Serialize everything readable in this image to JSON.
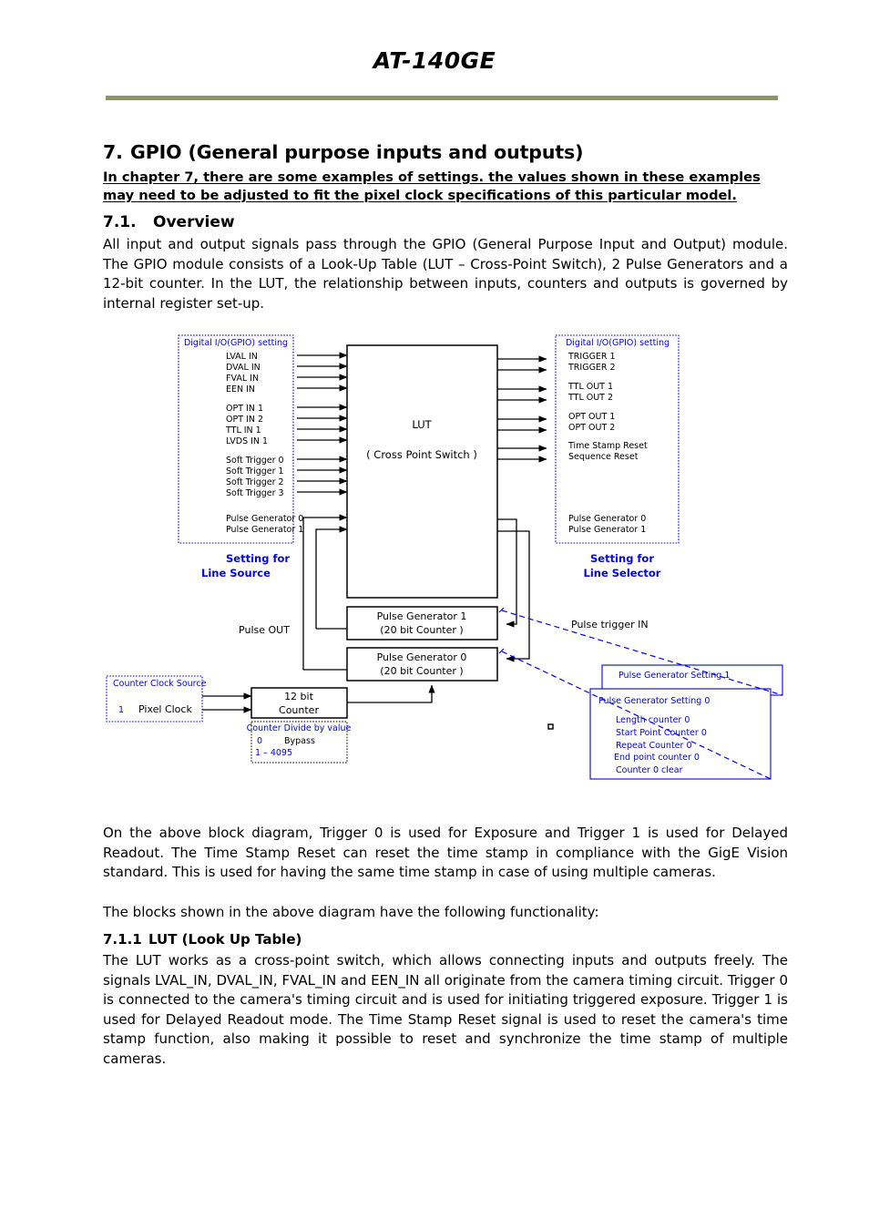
{
  "header": {
    "title": "AT-140GE",
    "rule_color": "#8c9368"
  },
  "section": {
    "number": "7.",
    "title": "GPIO (General purpose inputs and outputs)",
    "chapter_note": "In chapter 7, there are some examples of settings. the values shown in these examples may need to be adjusted to fit the pixel clock specifications of this particular model."
  },
  "overview": {
    "number": "7.1.",
    "title": "Overview",
    "paragraph": "All input and output signals pass through the GPIO (General Purpose Input and Output) module. The GPIO module consists of a Look-Up Table (LUT – Cross-Point Switch), 2 Pulse Generators and a 12-bit counter. In the LUT, the relationship between inputs, counters and outputs is governed by internal register set-up."
  },
  "after_diagram": {
    "paragraph1": "On the above block diagram, Trigger 0 is used for Exposure and Trigger 1 is used for Delayed Readout.  The Time Stamp Reset can reset the time stamp in compliance with the GigE Vision standard. This is used for having the same time stamp in case of using multiple cameras.",
    "paragraph2": "The blocks shown in the above diagram have the following functionality:"
  },
  "lut_section": {
    "number": "7.1.1",
    "title": "LUT (Look Up Table)",
    "paragraph": "The LUT works as a cross-point switch, which allows connecting inputs and outputs freely. The signals LVAL_IN, DVAL_IN, FVAL_IN and EEN_IN all originate from the camera timing circuit. Trigger 0 is connected to the camera's timing circuit and is used for initiating triggered exposure. Trigger 1 is used for Delayed Readout mode.  The Time Stamp Reset signal is used to reset the camera's time stamp function, also making it possible to reset and synchronize the time stamp of multiple cameras."
  },
  "diagram": {
    "colors": {
      "blue": "#0000ff",
      "black": "#000000"
    },
    "input_box": {
      "heading": "Digital I/O(GPIO) setting",
      "signals": [
        "LVAL IN",
        "DVAL IN",
        "FVAL IN",
        "EEN IN",
        "OPT IN 1",
        "OPT IN 2",
        "TTL IN 1",
        "LVDS IN 1",
        "Soft Trigger 0",
        "Soft Trigger 1",
        "Soft Trigger 2",
        "Soft Trigger 3",
        "Pulse Generator 0",
        "Pulse Generator 1"
      ],
      "caption_line1": "Setting for",
      "caption_line2": "Line Source"
    },
    "output_box": {
      "heading": "Digital I/O(GPIO) setting",
      "signals": [
        "TRIGGER  1",
        "TRIGGER  2",
        "TTL OUT 1",
        "TTL OUT 2",
        "OPT OUT 1",
        "OPT OUT 2",
        "Time Stamp Reset",
        "Sequence Reset",
        "Pulse Generator 0",
        "Pulse Generator 1"
      ],
      "caption_line1": "Setting for",
      "caption_line2": "Line Selector"
    },
    "lut_block": {
      "line1": "LUT",
      "line2": "( Cross Point Switch )"
    },
    "pulse_generator_1": {
      "line1": "Pulse Generator 1",
      "line2": "(20 bit Counter  )"
    },
    "pulse_generator_0": {
      "line1": "Pulse Generator 0",
      "line2": "(20 bit Counter  )"
    },
    "pulse_out_label": "Pulse OUT",
    "pulse_trigger_in_label": "Pulse trigger IN",
    "counter_clock_source": {
      "heading": "Counter Clock Source",
      "index": "1",
      "value": "Pixel Clock"
    },
    "counter_block": {
      "line1": "12 bit",
      "line2": "Counter"
    },
    "counter_divide": {
      "heading": "Counter Divide by value",
      "row1_index": "0",
      "row1_value": "Bypass",
      "row2": "1 – 4095"
    },
    "pulse_gen_setting_1": {
      "heading": "Pulse Generator Setting 1"
    },
    "pulse_gen_setting_0": {
      "heading": "Pulse Generator Setting 0",
      "items": [
        "Length counter 0",
        "Start Point Counter 0",
        "Repeat Counter 0",
        "End point counter 0",
        "Counter 0 clear"
      ]
    }
  }
}
